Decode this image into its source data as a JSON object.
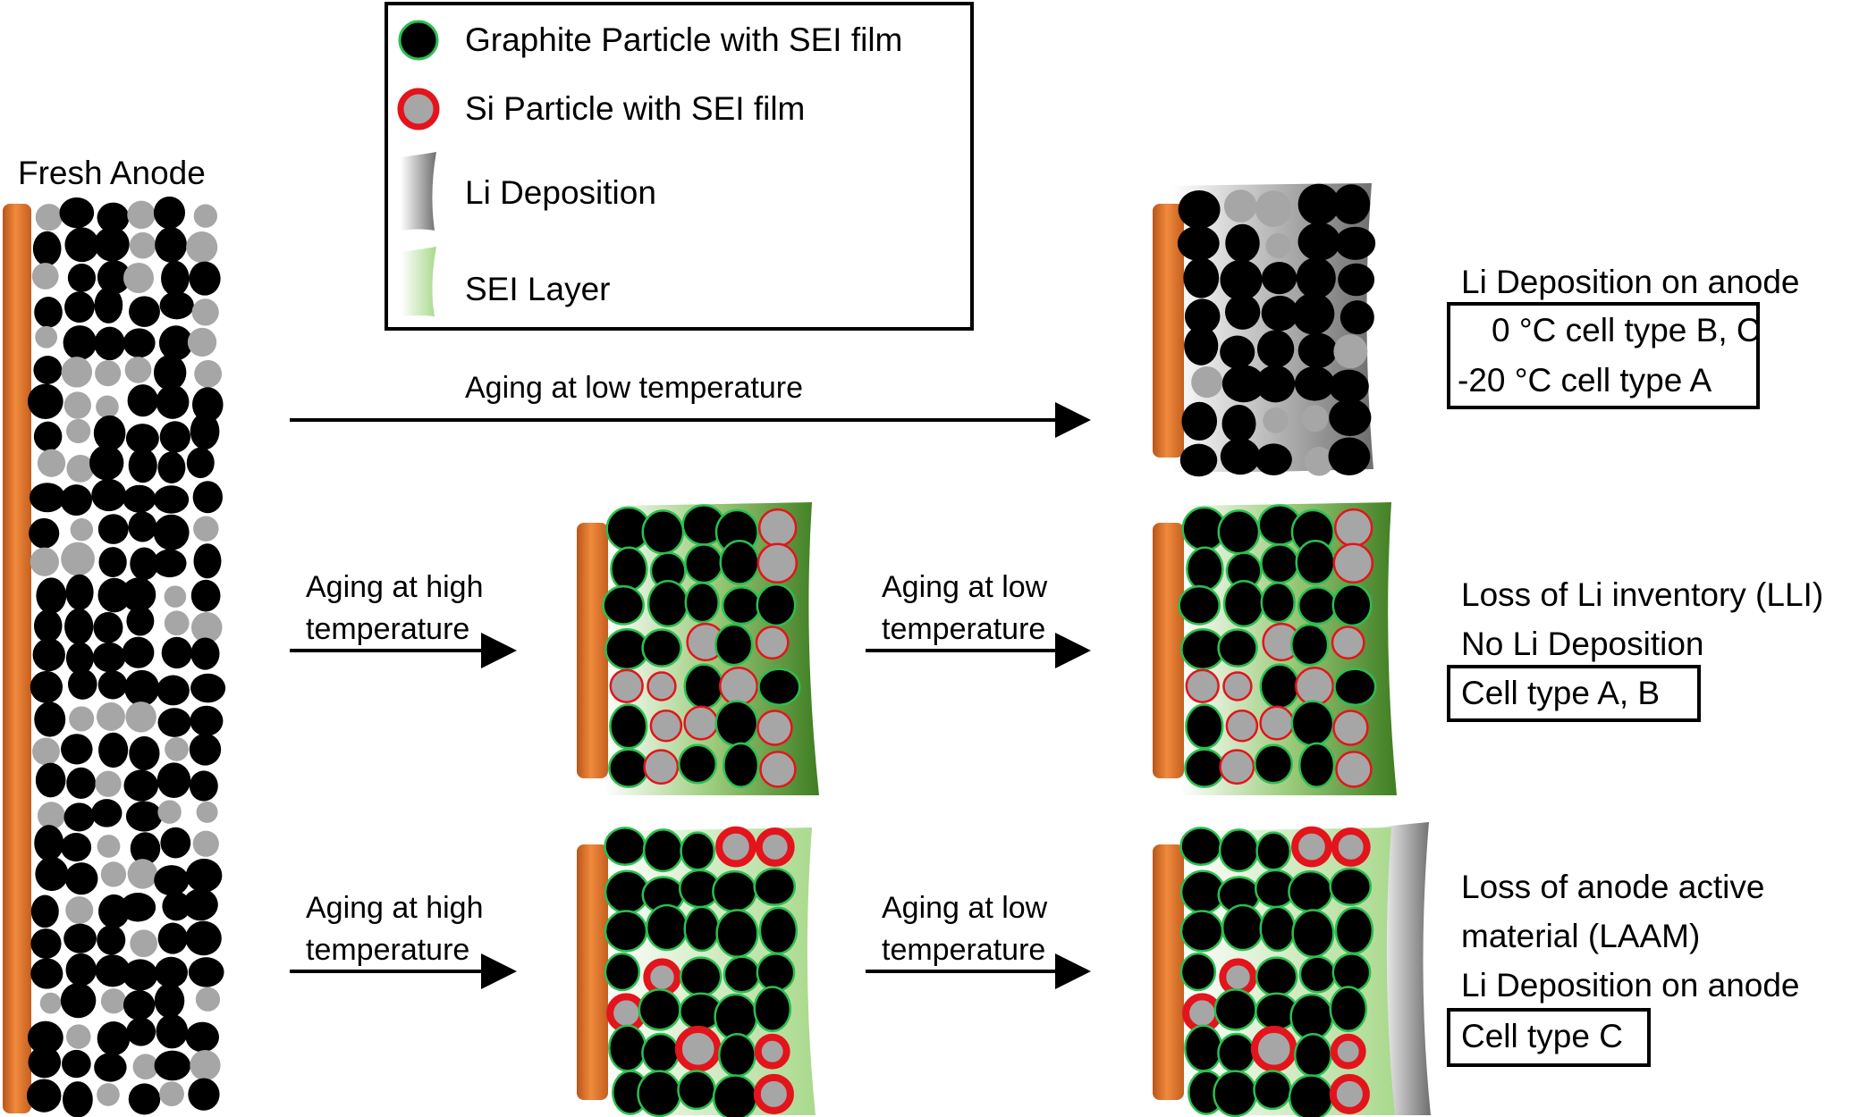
{
  "legend": {
    "graphite": "Graphite Particle with SEI film",
    "si": "Si Particle with SEI film",
    "li_deposition": "Li Deposition",
    "sei_layer": "SEI Layer"
  },
  "fresh_anode_label": "Fresh Anode",
  "arrows": {
    "row1": "Aging at low temperature",
    "row2_high_1": "Aging at high",
    "row2_high_2": "temperature",
    "row2_low_1": "Aging at low",
    "row2_low_2": "temperature",
    "row3_high_1": "Aging at high",
    "row3_high_2": "temperature",
    "row3_low_1": "Aging at low",
    "row3_low_2": "temperature"
  },
  "results": {
    "row1": {
      "title": "Li Deposition on anode",
      "box_line1": "0 °C cell type B, C",
      "box_line2": "-20 °C cell type A"
    },
    "row2": {
      "line1": "Loss of Li inventory (LLI)",
      "line2": "No Li Deposition",
      "box": "Cell type A, B"
    },
    "row3": {
      "line1": "Loss of anode active",
      "line2": "material (LAAM)",
      "line3": "Li Deposition on anode",
      "box": "Cell type C"
    }
  },
  "colors": {
    "collector": "#e0742a",
    "graphite": "#000000",
    "graphite_sei_edge": "#2bbf4f",
    "si_fill": "#a6a6a6",
    "si_sei_edge": "#e3141b",
    "li_deposit": "#8c8c8c",
    "sei_dark": "#4f8c2f",
    "sei_light": "#bfe3a6"
  }
}
